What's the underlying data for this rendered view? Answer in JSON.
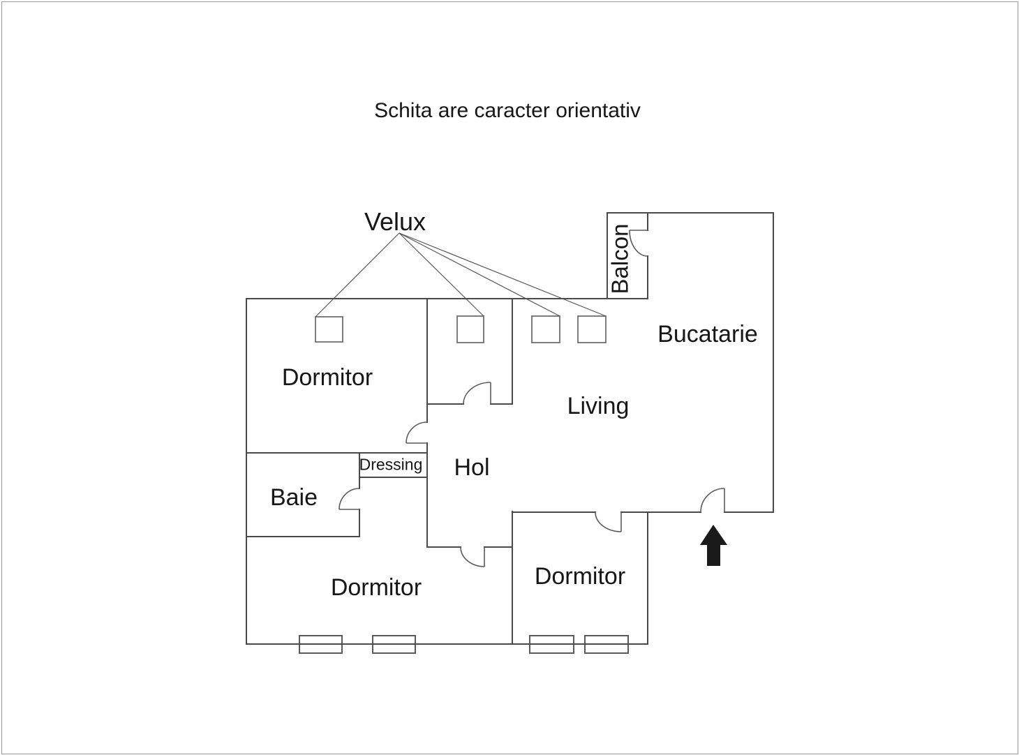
{
  "page": {
    "title": "Schita are caracter orientativ"
  },
  "labels": {
    "velux": "Velux",
    "balcon": "Balcon",
    "bucatarie": "Bucatarie",
    "dormitor_tl": "Dormitor",
    "living": "Living",
    "hol": "Hol",
    "dressing": "Dressing",
    "baie": "Baie",
    "dormitor_bl": "Dormitor",
    "dormitor_br": "Dormitor"
  },
  "colors": {
    "wall": "#4a4a4a",
    "door": "#5a5a5a",
    "velux_square": "#6f6f6f",
    "window": "#5a5a5a",
    "callout_line": "#555555",
    "arrow": "#1a1a1a",
    "text": "#161616",
    "page_border": "#9a9a9a"
  },
  "counts": {
    "velux_squares": 4,
    "windows": 4,
    "door_arcs": 7
  }
}
